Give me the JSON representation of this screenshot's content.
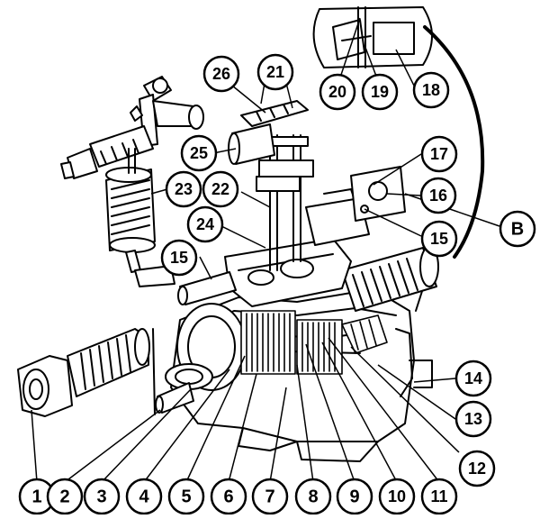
{
  "figure": {
    "callouts": [
      {
        "id": "c1",
        "label": "1"
      },
      {
        "id": "c2",
        "label": "2"
      },
      {
        "id": "c3",
        "label": "3"
      },
      {
        "id": "c4",
        "label": "4"
      },
      {
        "id": "c5",
        "label": "5"
      },
      {
        "id": "c6",
        "label": "6"
      },
      {
        "id": "c7",
        "label": "7"
      },
      {
        "id": "c8",
        "label": "8"
      },
      {
        "id": "c9",
        "label": "9"
      },
      {
        "id": "c10",
        "label": "10"
      },
      {
        "id": "c11",
        "label": "11"
      },
      {
        "id": "c12",
        "label": "12"
      },
      {
        "id": "c13",
        "label": "13"
      },
      {
        "id": "c14",
        "label": "14"
      },
      {
        "id": "c15a",
        "label": "15"
      },
      {
        "id": "c15b",
        "label": "15"
      },
      {
        "id": "c16",
        "label": "16"
      },
      {
        "id": "c17",
        "label": "17"
      },
      {
        "id": "c18",
        "label": "18"
      },
      {
        "id": "c19",
        "label": "19"
      },
      {
        "id": "c20",
        "label": "20"
      },
      {
        "id": "c21",
        "label": "21"
      },
      {
        "id": "c22",
        "label": "22"
      },
      {
        "id": "c23",
        "label": "23"
      },
      {
        "id": "c24",
        "label": "24"
      },
      {
        "id": "c25",
        "label": "25"
      },
      {
        "id": "c26",
        "label": "26"
      },
      {
        "id": "cB",
        "label": "B"
      }
    ]
  }
}
